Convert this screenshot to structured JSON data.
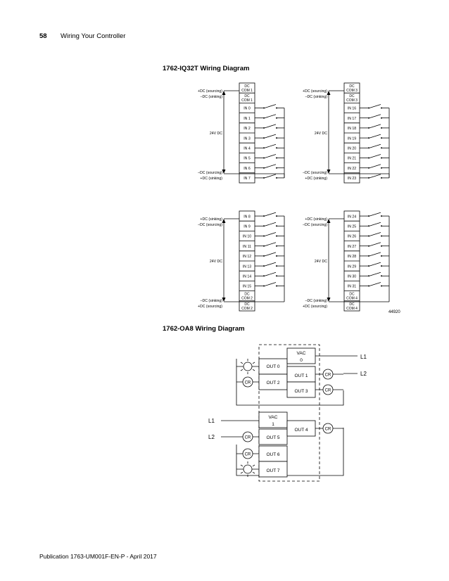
{
  "header": {
    "page_number": "58",
    "title": "Wiring Your Controller"
  },
  "sections": {
    "iq32t_title": "1762-IQ32T Wiring Diagram",
    "oa8_title": "1762-OA8 Wiring Diagram"
  },
  "iq32t": {
    "figure_number": "44920",
    "supply_label": "24V DC",
    "quadrants": [
      {
        "top_lines": [
          "+DC (sourcing)",
          "–DC (sinking)"
        ],
        "bottom_lines": [
          "–DC (sourcing)",
          "+DC (sinking)"
        ],
        "top_terms": [
          [
            "DC",
            "COM 1"
          ],
          [
            "DC",
            "COM 1"
          ]
        ],
        "inputs": [
          "IN 0",
          "IN 1",
          "IN 2",
          "IN 3",
          "IN 4",
          "IN 5",
          "IN 6",
          "IN 7"
        ],
        "bottom_terms": []
      },
      {
        "top_lines": [
          "+DC (sourcing)",
          "–DC (sinking)"
        ],
        "bottom_lines": [
          "–DC (sourcing)",
          "+DC (sinking)"
        ],
        "top_terms": [
          [
            "DC",
            "COM 3"
          ],
          [
            "DC",
            "COM 3"
          ]
        ],
        "inputs": [
          "IN 16",
          "IN 17",
          "IN 18",
          "IN 19",
          "IN 20",
          "IN 21",
          "IN 22",
          "IN 23"
        ],
        "bottom_terms": []
      },
      {
        "top_lines": [
          "+DC (sinking)",
          "–DC (sourcing)"
        ],
        "bottom_lines": [
          "–DC (sinking)",
          "+DC (sourcing)"
        ],
        "top_terms": [],
        "inputs": [
          "IN 8",
          "IN 9",
          "IN 10",
          "IN 11",
          "IN 12",
          "IN 13",
          "IN 14",
          "IN 15"
        ],
        "bottom_terms": [
          [
            "DC",
            "COM 2"
          ],
          [
            "DC",
            "COM 2"
          ]
        ]
      },
      {
        "top_lines": [
          "+DC (sinking)",
          "–DC (sourcing)"
        ],
        "bottom_lines": [
          "–DC (sinking)",
          "+DC (sourcing)"
        ],
        "top_terms": [],
        "inputs": [
          "IN 24",
          "IN 25",
          "IN 26",
          "IN 27",
          "IN 28",
          "IN 29",
          "IN 30",
          "IN 31"
        ],
        "bottom_terms": [
          [
            "DC",
            "COM 4"
          ],
          [
            "DC",
            "COM 4"
          ]
        ]
      }
    ]
  },
  "oa8": {
    "vac0": [
      "VAC",
      "0"
    ],
    "vac1": [
      "VAC",
      "1"
    ],
    "outputs": [
      "OUT 0",
      "OUT 1",
      "OUT 2",
      "OUT 3",
      "OUT 4",
      "OUT 5",
      "OUT 6",
      "OUT 7"
    ],
    "relay_label": "CR",
    "lines": [
      "L1",
      "L2"
    ]
  },
  "footer": {
    "publication": "Publication 1763-UM001F-EN-P - April 2017"
  }
}
